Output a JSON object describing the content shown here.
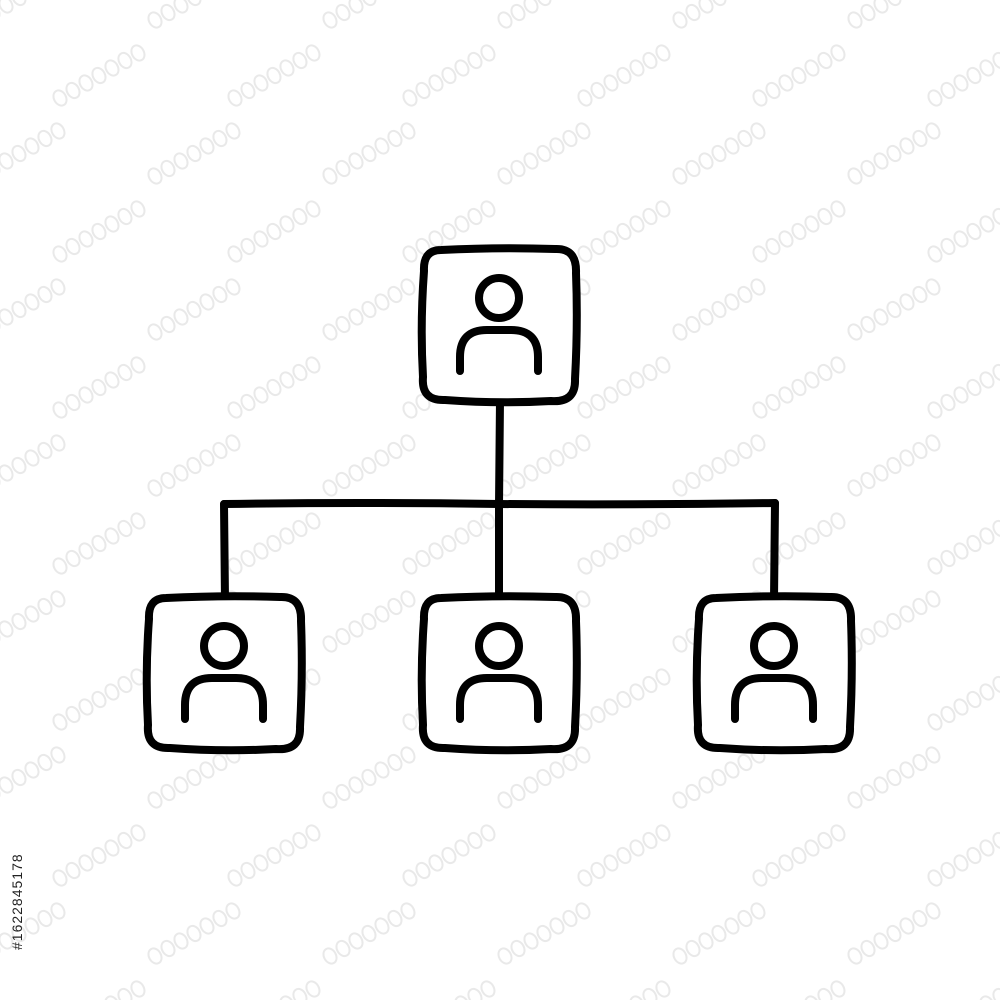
{
  "diagram": {
    "type": "org-chart-icon",
    "stroke_color": "#000000",
    "background": "#ffffff",
    "nodes": [
      {
        "id": "root",
        "icon": "person-icon",
        "level": 0
      },
      {
        "id": "child-left",
        "icon": "person-icon",
        "level": 1
      },
      {
        "id": "child-center",
        "icon": "person-icon",
        "level": 1
      },
      {
        "id": "child-right",
        "icon": "person-icon",
        "level": 1
      }
    ],
    "edges": [
      {
        "from": "root",
        "to": "child-left"
      },
      {
        "from": "root",
        "to": "child-center"
      },
      {
        "from": "root",
        "to": "child-right"
      }
    ]
  },
  "stock_id": "#1622845178",
  "watermark": {
    "type": "stock-watermark-pattern",
    "color": "#e9e9e9"
  }
}
